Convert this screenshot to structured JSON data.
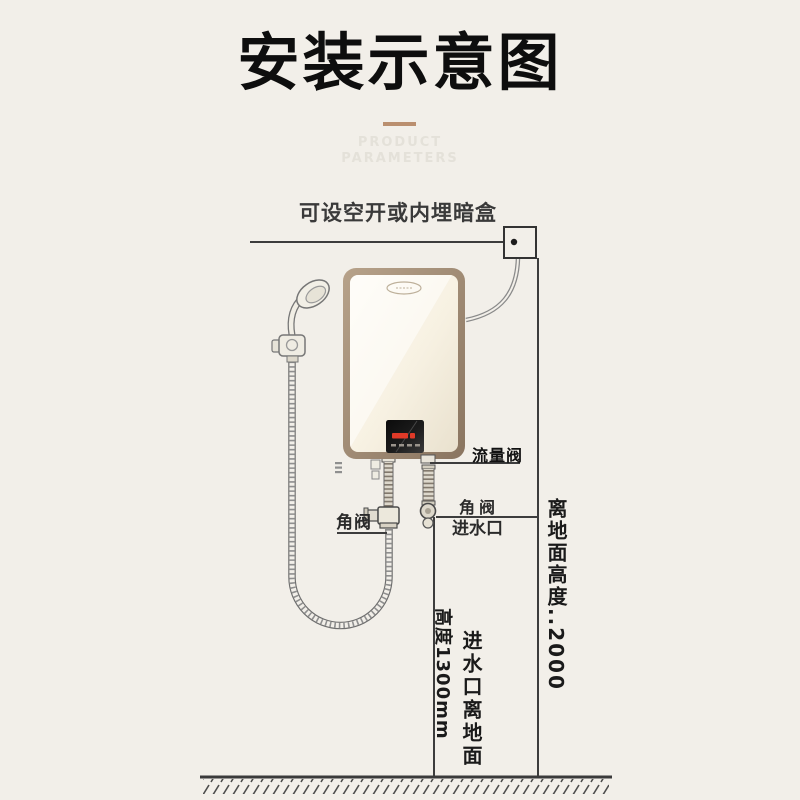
{
  "page": {
    "background_color": "#f2efe9"
  },
  "title": "安装示意图",
  "watermark": {
    "line1": "PRODUCT",
    "line2": "PARAMETERS"
  },
  "diagram": {
    "breaker_label": "可设空开或内埋暗盒",
    "flow_valve_label": "流量阀",
    "left_angle_valve_label": "角阀",
    "right_angle_valve_label": "角阀",
    "water_inlet_label": "进水口",
    "right_dimension": {
      "cjk": "离地面高度",
      "value": "..2000"
    },
    "left_dimension": {
      "cjk": "进水口离地面",
      "value": "高度1300mm"
    }
  },
  "colors": {
    "background": "#f2efe9",
    "divider_accent": "#ba8f6f",
    "line": "#3d3d3d",
    "heater_frame": "#9c8772",
    "heater_panel": "#f7f1e2",
    "display_background": "#1b1b1b",
    "display_digits": "#e03a28",
    "title_text": "#0e0e0e"
  }
}
